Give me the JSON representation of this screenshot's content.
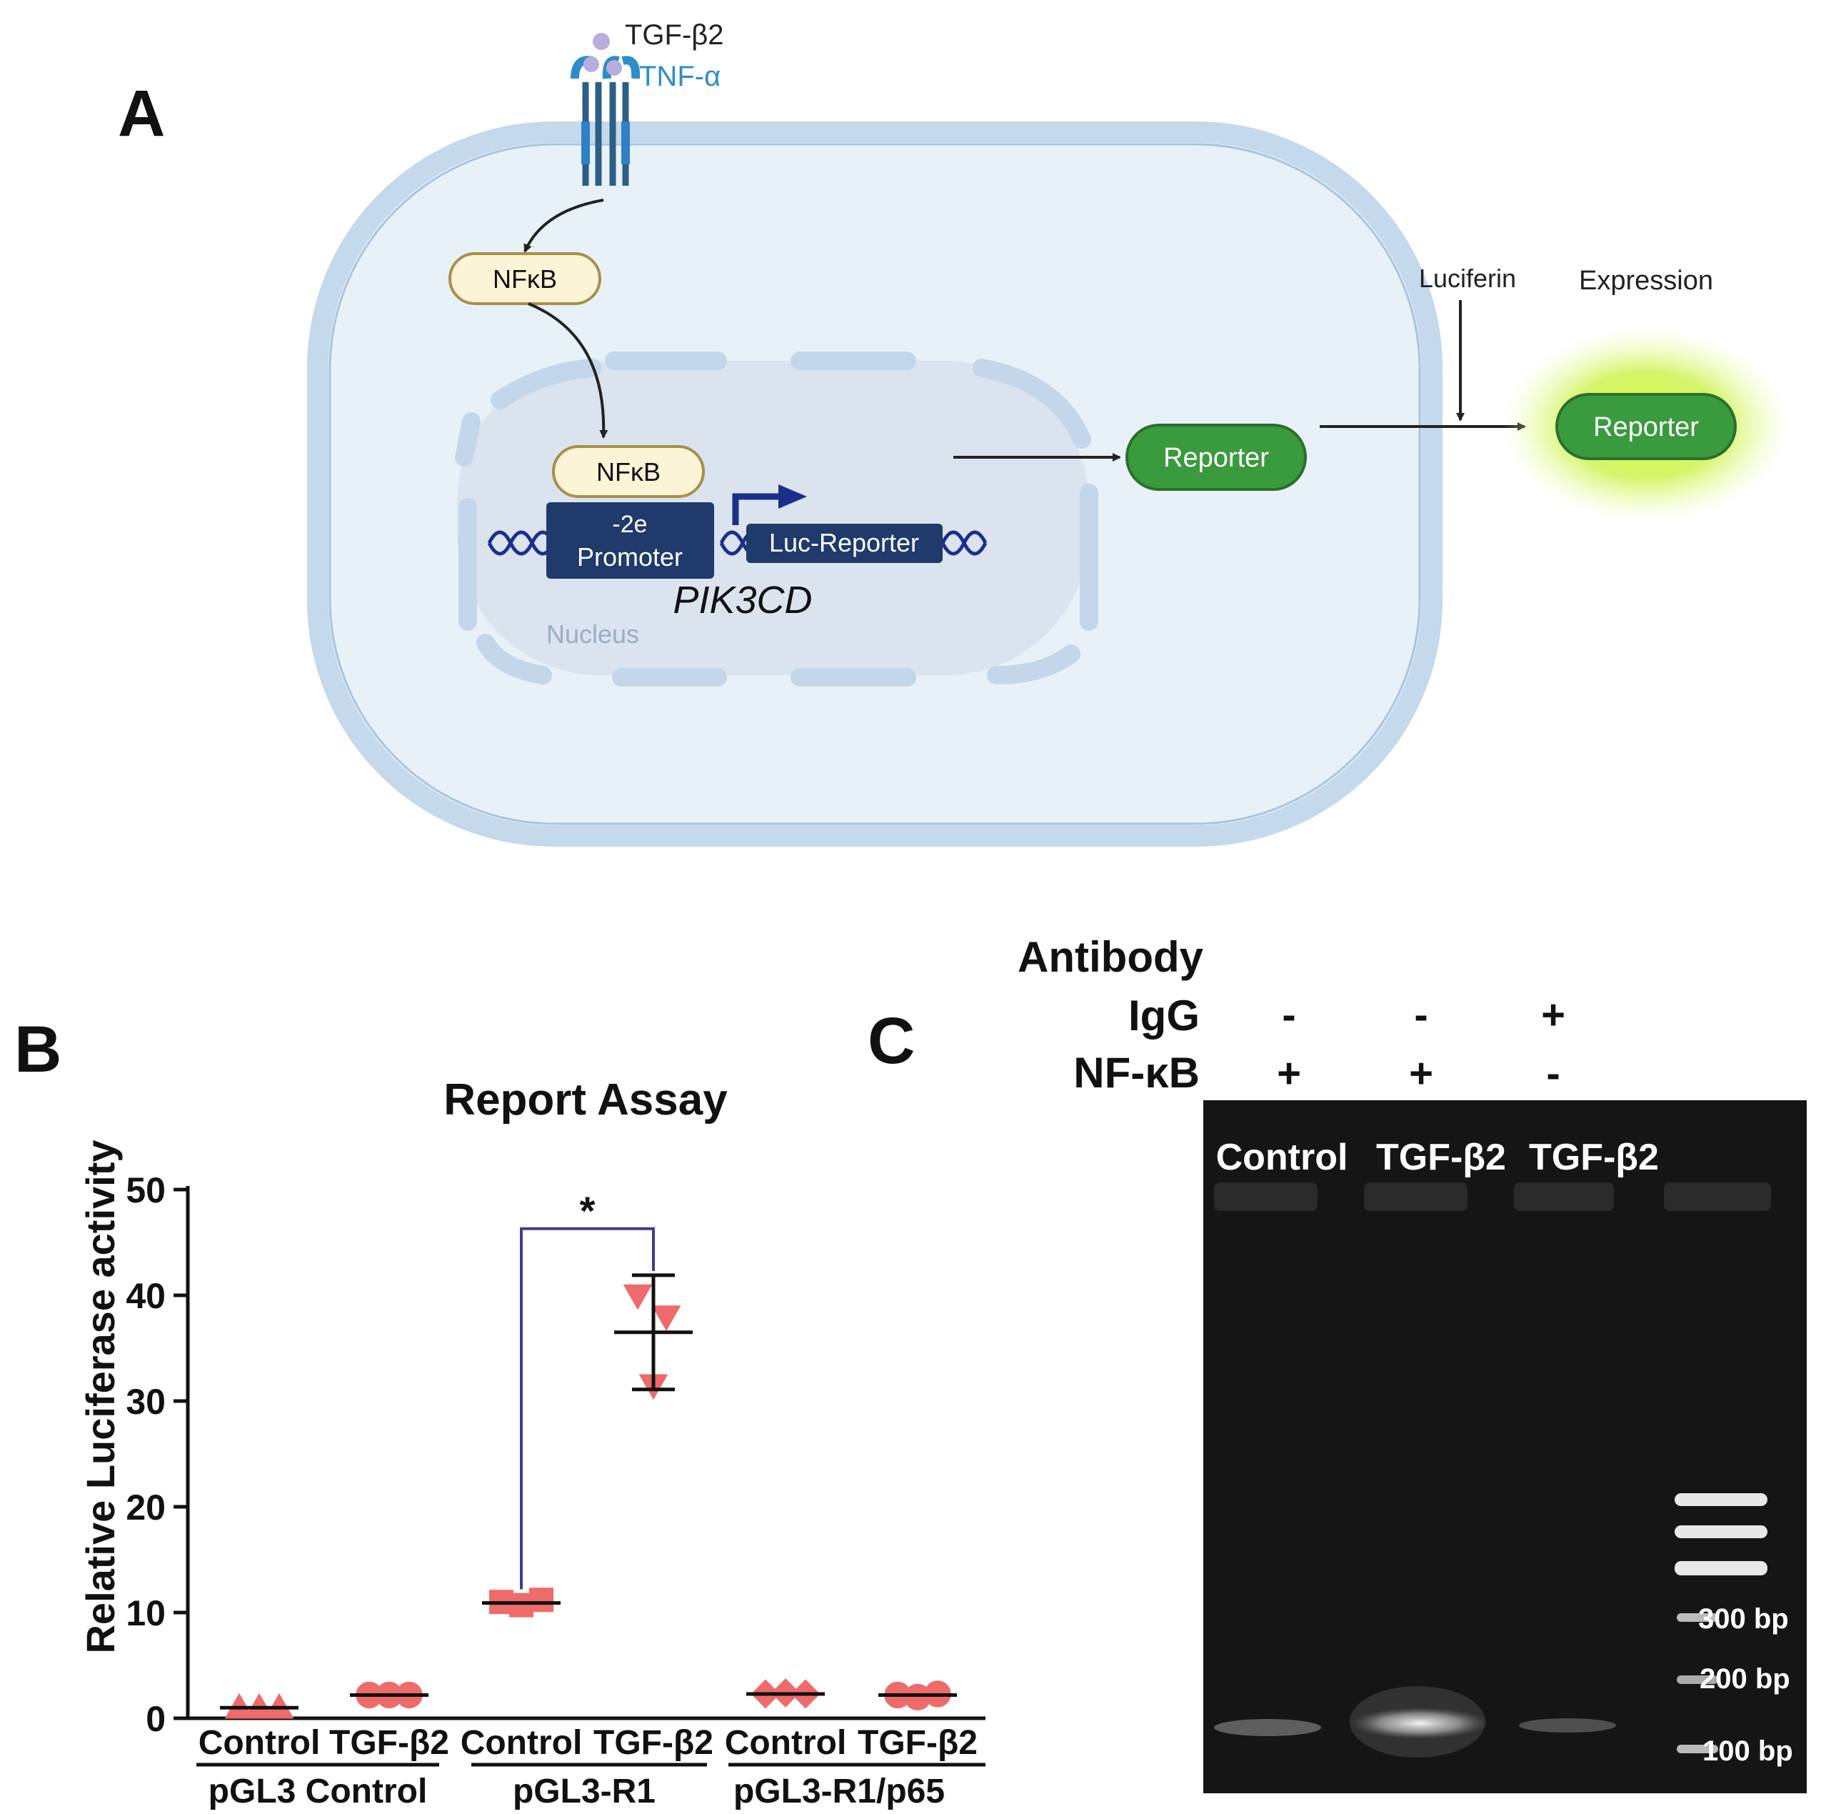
{
  "panel_a": {
    "label": "A",
    "tgf_label": "TGF-β2",
    "tnf_label": "TNF-α",
    "nfkb_cyto": "NFκB",
    "nfkb_nuclear": "NFκB",
    "promoter_line1": "-2e",
    "promoter_line2": "Promoter",
    "luc_reporter": "Luc-Reporter",
    "gene": "PIK3CD",
    "nucleus": "Nucleus",
    "reporter_inner": "Reporter",
    "luciferin": "Luciferin",
    "expression": "Expression",
    "reporter_outer": "Reporter",
    "colors": {
      "membrane": "#bcd3e8",
      "cell_fill": "#e9f1f8",
      "nucleus_fill": "#dbe4f0",
      "reporter_green": "#3a9a3e",
      "glow": "#c8f03a",
      "dna": "#1b2f8a",
      "promoter_box": "#1f3a6b"
    }
  },
  "panel_b": {
    "label": "B",
    "title": "Report Assay",
    "ylabel": "Relative Luciferase activity",
    "yticks": [
      "0",
      "10",
      "20",
      "30",
      "40",
      "50"
    ],
    "xlabels": [
      "Control",
      "TGF-β2",
      "Control",
      "TGF-β2",
      "Control",
      "TGF-β2"
    ],
    "groups": [
      "pGL3 Control",
      "pGL3-R1",
      "pGL3-R1/p65"
    ],
    "significance": "*",
    "chart_data": {
      "type": "scatter",
      "title": "Report Assay",
      "xlabel": "",
      "ylabel": "Relative Luciferase activity",
      "ylim": [
        0,
        50
      ],
      "categories": [
        "Control",
        "TGF-β2",
        "Control",
        "TGF-β2",
        "Control",
        "TGF-β2"
      ],
      "groups": [
        "pGL3 Control",
        "pGL3-R1",
        "pGL3-R1/p65"
      ],
      "points": [
        {
          "category_index": 0,
          "marker": "triangle-up",
          "values": [
            1.0,
            1.0,
            1.0
          ],
          "mean": 1.0,
          "sd": 0.1
        },
        {
          "category_index": 1,
          "marker": "circle",
          "values": [
            2.2,
            2.2,
            2.2
          ],
          "mean": 2.2,
          "sd": 0.1
        },
        {
          "category_index": 2,
          "marker": "square",
          "values": [
            11.0,
            10.7,
            11.2
          ],
          "mean": 10.9,
          "sd": 0.3
        },
        {
          "category_index": 3,
          "marker": "triangle-down",
          "values": [
            40.0,
            38.0,
            31.5
          ],
          "mean": 36.5,
          "sd": 5.4
        },
        {
          "category_index": 4,
          "marker": "diamond",
          "values": [
            2.3,
            2.4,
            2.3
          ],
          "mean": 2.3,
          "sd": 0.1
        },
        {
          "category_index": 5,
          "marker": "circle",
          "values": [
            2.2,
            2.0,
            2.3
          ],
          "mean": 2.2,
          "sd": 0.1
        }
      ],
      "significance": [
        {
          "from": 2,
          "to": 3,
          "label": "*"
        }
      ]
    }
  },
  "panel_c": {
    "label": "C",
    "antibody": "Antibody",
    "igg": "IgG",
    "nfkb": "NF-κB",
    "igg_signs": [
      "-",
      "-",
      "+"
    ],
    "nfkb_signs": [
      "+",
      "+",
      "-"
    ],
    "lane_labels": [
      "Control",
      "TGF-β2",
      "TGF-β2"
    ],
    "ladder": [
      "300 bp",
      "200 bp",
      "100 bp"
    ]
  }
}
